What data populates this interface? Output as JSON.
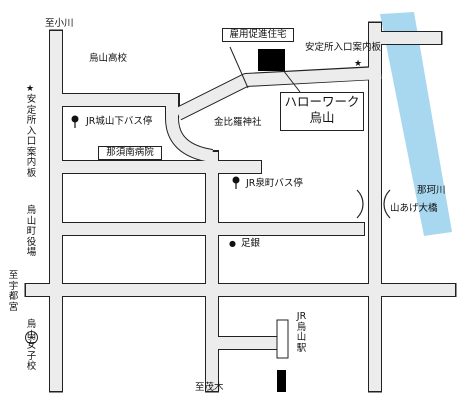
{
  "map": {
    "labels": {
      "to_ogawa": "至小川",
      "karasuyama_high": "烏山高校",
      "employment_housing": "雇用促進住宅",
      "job_info_left_star": "★",
      "job_info_left": "安定所入口案内板",
      "job_info_right_star": "★",
      "job_info_right": "安定所入口案内板",
      "jr_shiroyamashita_bus": "JR城山下バス停",
      "konpira_shrine": "金比羅神社",
      "nasu_minami_hospital": "那須南病院",
      "jr_izumicho_bus": "JR泉町バス停",
      "nakagawa_river": "那珂川",
      "yamaage_bridge": "山あげ大橋",
      "karasuyama_town_office": "烏山町役場",
      "ashikaga_bank_marker": "●",
      "ashikaga_bank": "足銀",
      "to_utsunomiya": "至宇都宮",
      "school_symbol": "文",
      "karasuyama_girls_high": "烏山女子校",
      "jr_karasuyama_station": "JR烏山駅",
      "to_motegi": "至茂木"
    },
    "hello_work": {
      "line1": "ハローワーク",
      "line2": "烏山"
    },
    "colors": {
      "road_fill": "#ececec",
      "road_stroke": "#222222",
      "river": "#a8d8f0",
      "building": "#000000"
    },
    "icons": [
      "bus-stop-pin-icon",
      "star-icon",
      "school-icon",
      "bank-dot-icon"
    ]
  }
}
